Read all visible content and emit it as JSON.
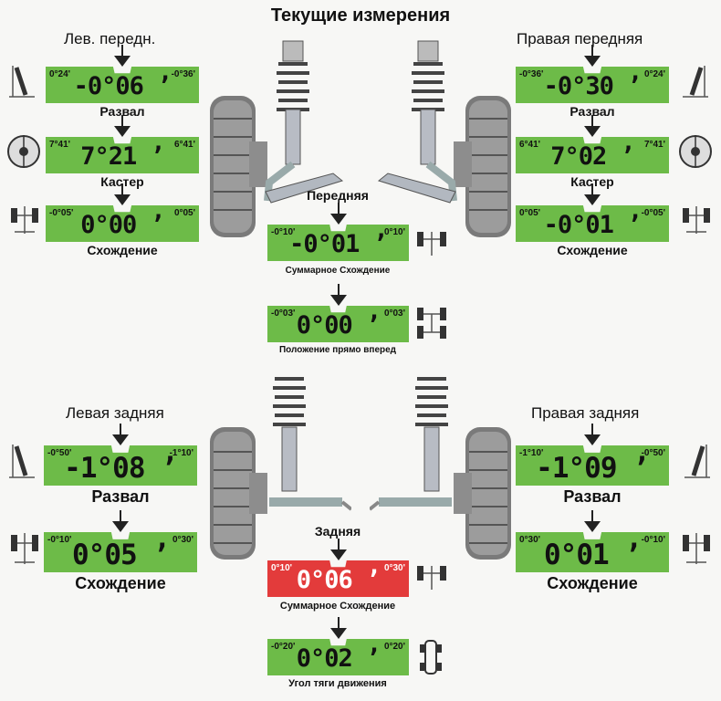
{
  "title": "Текущие измерения",
  "front_left": {
    "label": "Лев. передн.",
    "camber": {
      "value": "-0°06 ’",
      "left": "0°24'",
      "right": "-0°36'",
      "caption": "Развал"
    },
    "caster": {
      "value": "7°21 ’",
      "left": "7°41'",
      "right": "6°41'",
      "caption": "Кастер"
    },
    "toe": {
      "value": "0°00 ’",
      "left": "-0°05'",
      "right": "0°05'",
      "caption": "Схождение"
    }
  },
  "front_right": {
    "label": "Правая передняя",
    "camber": {
      "value": "-0°30 ’",
      "left": "-0°36'",
      "right": "0°24'",
      "caption": "Развал"
    },
    "caster": {
      "value": "7°02 ’",
      "left": "6°41'",
      "right": "7°41'",
      "caption": "Кастер"
    },
    "toe": {
      "value": "-0°01 ’",
      "left": "0°05'",
      "right": "-0°05'",
      "caption": "Схождение"
    }
  },
  "front": {
    "label": "Передняя",
    "total_toe": {
      "value": "-0°01 ’",
      "left": "-0°10'",
      "right": "0°10'",
      "caption": "Суммарное Схождение"
    },
    "straight": {
      "value": "0°00 ’",
      "left": "-0°03'",
      "right": "0°03'",
      "caption": "Положение прямо вперед"
    }
  },
  "rear_left": {
    "label": "Левая задняя",
    "camber": {
      "value": "-1°08 ’",
      "left": "-0°50'",
      "right": "-1°10'",
      "caption": "Развал"
    },
    "toe": {
      "value": "0°05 ’",
      "left": "-0°10'",
      "right": "0°30'",
      "caption": "Схождение"
    }
  },
  "rear_right": {
    "label": "Правая задняя",
    "camber": {
      "value": "-1°09 ’",
      "left": "-1°10'",
      "right": "-0°50'",
      "caption": "Развал"
    },
    "toe": {
      "value": "0°01 ’",
      "left": "0°30'",
      "right": "-0°10'",
      "caption": "Схождение"
    }
  },
  "rear": {
    "label": "Задняя",
    "total_toe": {
      "value": "0°06 ’",
      "left": "0°10'",
      "right": "0°30'",
      "caption": "Суммарное Схождение",
      "status": "out-of-range"
    },
    "thrust": {
      "value": "0°02 ’",
      "left": "-0°20'",
      "right": "0°20'",
      "caption": "Угол тяги движения"
    }
  },
  "colors": {
    "in_range": "#6dbb48",
    "out_of_range": "#e33b3b"
  }
}
